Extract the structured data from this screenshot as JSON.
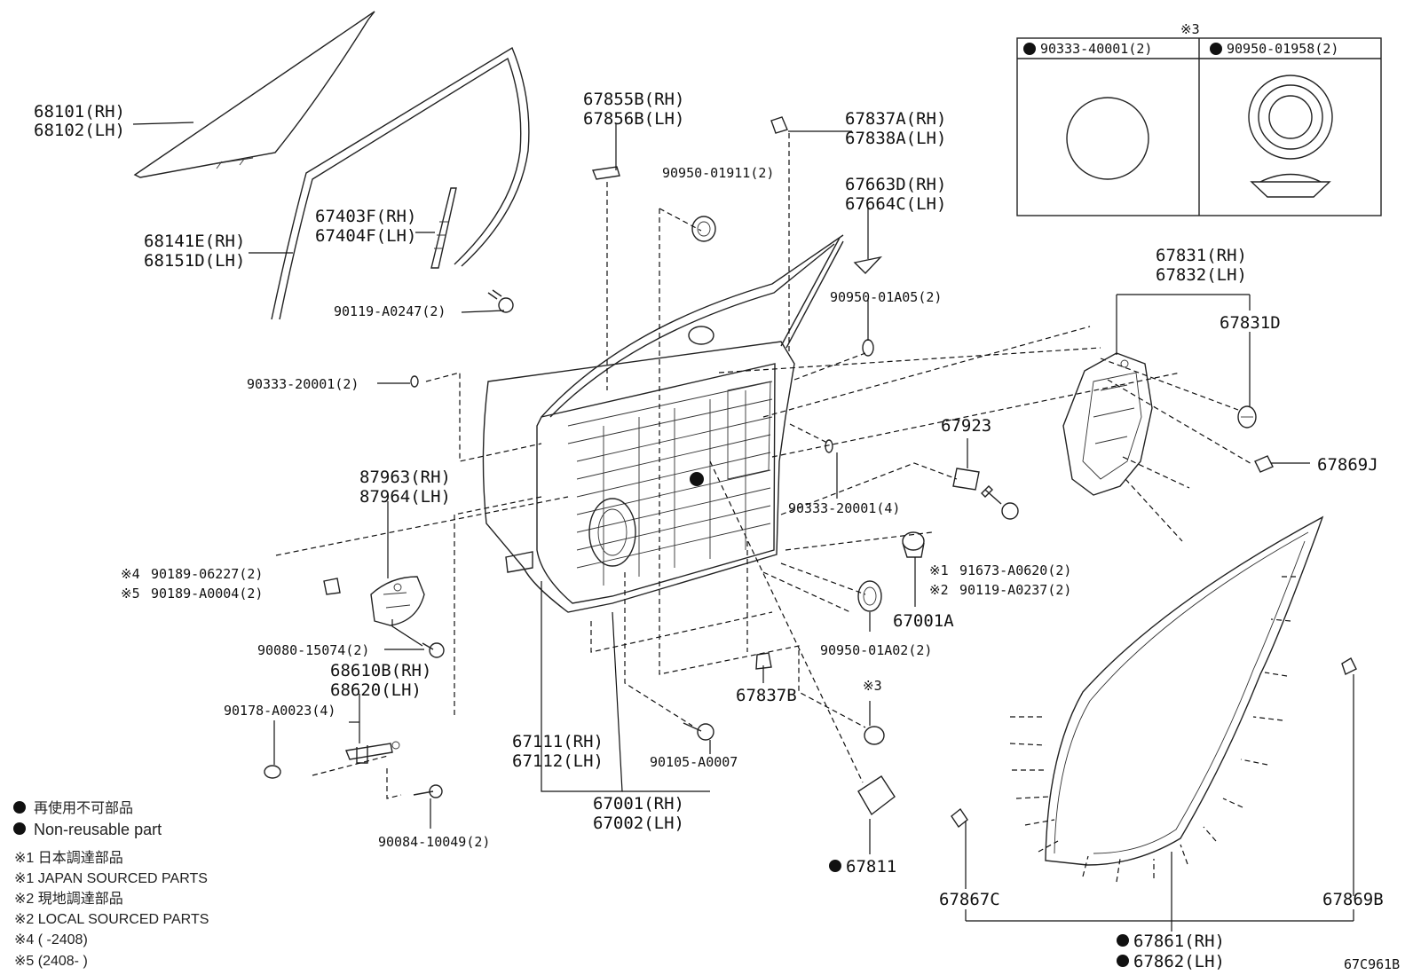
{
  "diagram_id": "67C961B",
  "labels": {
    "l1": [
      "68101(RH)",
      "68102(LH)"
    ],
    "l2": [
      "68141E(RH)",
      "68151D(LH)"
    ],
    "l3": [
      "67403F(RH)",
      "67404F(LH)"
    ],
    "l4": "90119-A0247(2)",
    "l5": [
      "67855B(RH)",
      "67856B(LH)"
    ],
    "l6": "90950-01911(2)",
    "l7": [
      "67837A(RH)",
      "67838A(LH)"
    ],
    "l8": [
      "67663D(RH)",
      "67664C(LH)"
    ],
    "l9": "90950-01A05(2)",
    "l10": "90333-20001(2)",
    "l11": [
      "87963(RH)",
      "87964(LH)"
    ],
    "l12": "90189-06227(2)",
    "l12_prefix": "※4",
    "l13": "90189-A0004(2)",
    "l13_prefix": "※5",
    "l14": "90080-15074(2)",
    "l15": [
      "68610B(RH)",
      "68620(LH)"
    ],
    "l16": "90178-A0023(4)",
    "l17": "90084-10049(2)",
    "l18": [
      "67111(RH)",
      "67112(LH)"
    ],
    "l19": [
      "67001(RH)",
      "67002(LH)"
    ],
    "l20": "90105-A0007",
    "l21": "67837B",
    "l22": "67811",
    "l23": "90950-01A02(2)",
    "l24": "※3",
    "l25": "67001A",
    "l26": "91673-A0620(2)",
    "l26_prefix": "※1",
    "l27": "90119-A0237(2)",
    "l27_prefix": "※2",
    "l28": "90333-20001(4)",
    "l29": "67923",
    "l30": [
      "67831(RH)",
      "67832(LH)"
    ],
    "l31": "67831D",
    "l32": "67869J",
    "l33": "67867C",
    "l34": "67869B",
    "l35": [
      "67861(RH)",
      "67862(LH)"
    ]
  },
  "inset": {
    "title": "※3",
    "col1": "90333-40001(2)",
    "col2": "90950-01958(2)"
  },
  "legend": {
    "line1": "再使用不可部品",
    "line2": "Non-reusable part",
    "line3": "※1 日本調達部品",
    "line4": "※1 JAPAN SOURCED PARTS",
    "line5": "※2 現地調達部品",
    "line6": "※2 LOCAL SOURCED PARTS",
    "line7": "※4 (      -2408)",
    "line8": "※5 (2408-      )"
  }
}
